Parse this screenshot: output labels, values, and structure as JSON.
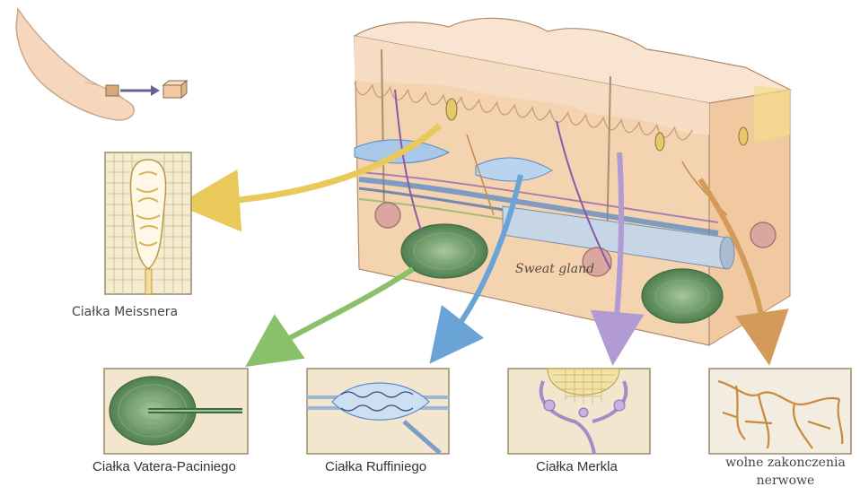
{
  "labels": {
    "meissner": "Ciałka Meissnera",
    "pacini": "Ciałka Vatera-Paciniego",
    "ruffini": "Ciałka Ruffiniego",
    "merkel": "Ciałka Merkla",
    "free_endings": "wolne zakonczenia nerwowe",
    "sweat_gland": "Sweat gland"
  },
  "colors": {
    "skin": "#f4d4b4",
    "epidermis": "#f7dcc2",
    "meissner_arrow": "#e8c95a",
    "pacini_arrow": "#8bc06a",
    "ruffini_arrow": "#6aa4d6",
    "merkel_arrow": "#b29ad2",
    "free_arrow": "#d49a5a"
  }
}
